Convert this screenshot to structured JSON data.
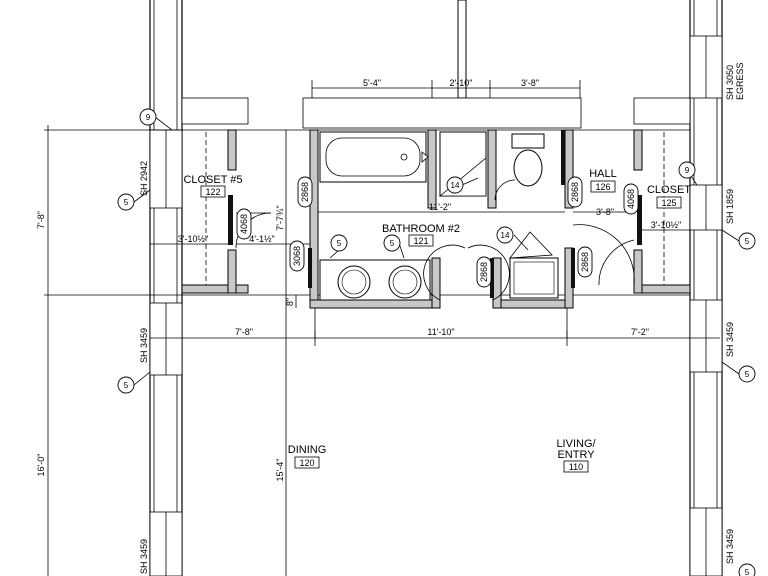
{
  "rooms": {
    "closet5": {
      "name": "CLOSET #5",
      "number": "122"
    },
    "bathroom2": {
      "name": "BATHROOM #2",
      "number": "121"
    },
    "hall": {
      "name": "HALL",
      "number": "126"
    },
    "closet": {
      "name": "CLOSET",
      "number": "125"
    },
    "dining": {
      "name": "DINING",
      "number": "120"
    },
    "living": {
      "name_line1": "LIVING/",
      "name_line2": "ENTRY",
      "number": "110"
    }
  },
  "dimensions": {
    "top_1": "5'-4\"",
    "top_2": "2'-10\"",
    "top_3": "3'-8\"",
    "bath_width": "11'-2\"",
    "hall_width": "3'-8\"",
    "closet_right_width": "3'-10½\"",
    "closet_left_width": "3'-10½\"",
    "wall_seg": "4'-1½\"",
    "left_vertical": "7'-8\"",
    "bath_vertical": "7'-7¾\"",
    "small_vertical": "8\"",
    "row_left": "7'-8\"",
    "row_mid": "11'-10\"",
    "row_right": "7'-2\"",
    "lower_left_vertical": "16'-0\"",
    "dining_vertical": "15'-4\""
  },
  "door_tags": {
    "d1": "2868",
    "d2": "4068",
    "d3": "2868",
    "d4": "3068",
    "d5": "2868",
    "d6": "2868",
    "d7": "4068"
  },
  "window_tags": {
    "w_top_right": "SH 3050",
    "w_top_right_sub": "EGRESS",
    "w_left_upper": "SH 2942",
    "w_right_upper": "SH 1859",
    "w_left_mid": "SH 3459",
    "w_right_mid": "SH 3459",
    "w_left_low": "SH 3459",
    "w_right_low": "SH 3459"
  },
  "keynotes": {
    "k9a": "9",
    "k9b": "9",
    "k5a": "5",
    "k5b": "5",
    "k5c": "5",
    "k5d": "5",
    "k5e": "5",
    "k5f": "5",
    "k5g": "5",
    "k14a": "14",
    "k14b": "14"
  }
}
